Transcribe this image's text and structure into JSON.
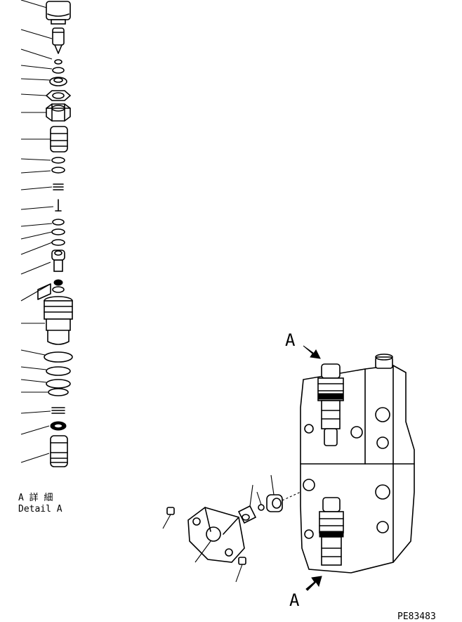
{
  "detail_label_ja": "A 詳 細",
  "detail_label_en": "Detail A",
  "view_marker_top": "A",
  "view_marker_bottom": "A",
  "drawing_code": "PE83483"
}
